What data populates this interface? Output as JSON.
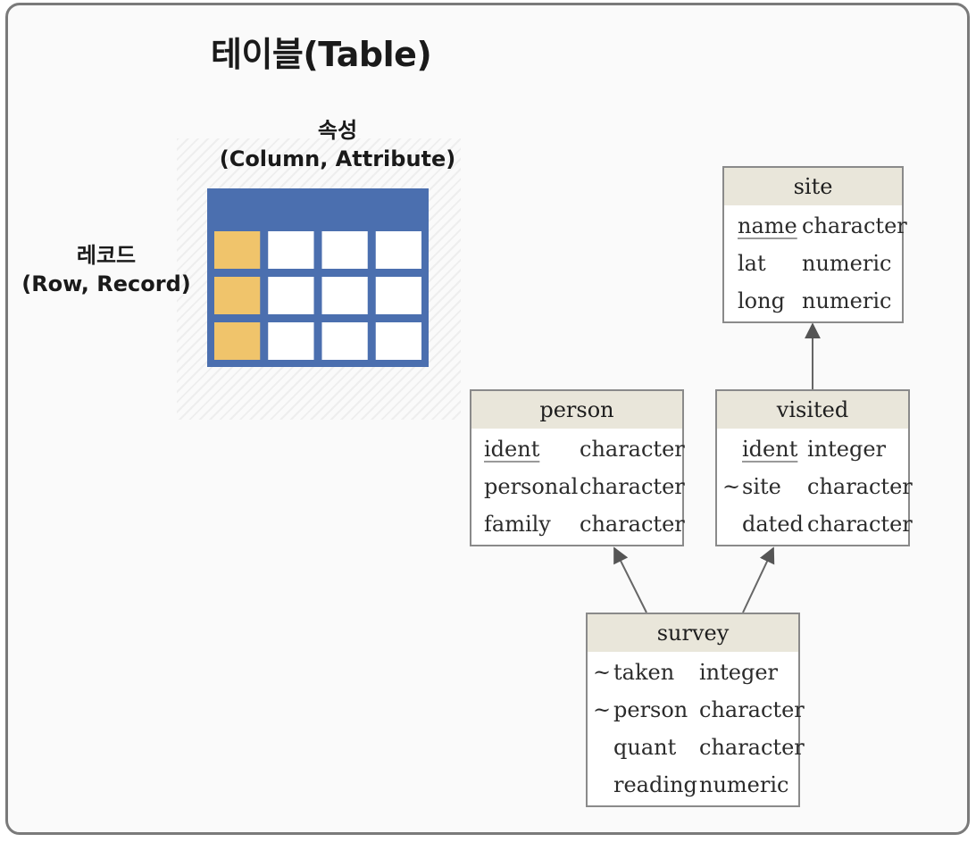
{
  "title": "테이블(Table)",
  "table_illustration": {
    "attribute_label_ko": "속성",
    "attribute_label_en": "(Column, Attribute)",
    "record_label_ko": "레코드",
    "record_label_en": "(Row, Record)",
    "rows": 3,
    "columns": 4,
    "colors": {
      "header": "#4b6faf",
      "highlight": "#f0c46b",
      "cell": "#ffffff"
    }
  },
  "entities": {
    "site": {
      "name": "site",
      "fields": [
        {
          "mark": "",
          "name": "name",
          "type": "character",
          "key": true
        },
        {
          "mark": "",
          "name": "lat",
          "type": "numeric",
          "key": false
        },
        {
          "mark": "",
          "name": "long",
          "type": "numeric",
          "key": false
        }
      ]
    },
    "person": {
      "name": "person",
      "fields": [
        {
          "mark": "",
          "name": "ident",
          "type": "character",
          "key": true
        },
        {
          "mark": "",
          "name": "personal",
          "type": "character",
          "key": false
        },
        {
          "mark": "",
          "name": "family",
          "type": "character",
          "key": false
        }
      ]
    },
    "visited": {
      "name": "visited",
      "fields": [
        {
          "mark": "",
          "name": "ident",
          "type": "integer",
          "key": true
        },
        {
          "mark": "~",
          "name": "site",
          "type": "character",
          "key": false
        },
        {
          "mark": "",
          "name": "dated",
          "type": "character",
          "key": false
        }
      ]
    },
    "survey": {
      "name": "survey",
      "fields": [
        {
          "mark": "~",
          "name": "taken",
          "type": "integer",
          "key": false
        },
        {
          "mark": "~",
          "name": "person",
          "type": "character",
          "key": false
        },
        {
          "mark": "",
          "name": "quant",
          "type": "character",
          "key": false
        },
        {
          "mark": "",
          "name": "reading",
          "type": "numeric",
          "key": false
        }
      ]
    }
  },
  "relationships": [
    {
      "from": "survey",
      "to": "person"
    },
    {
      "from": "survey",
      "to": "visited"
    },
    {
      "from": "visited",
      "to": "site"
    }
  ]
}
